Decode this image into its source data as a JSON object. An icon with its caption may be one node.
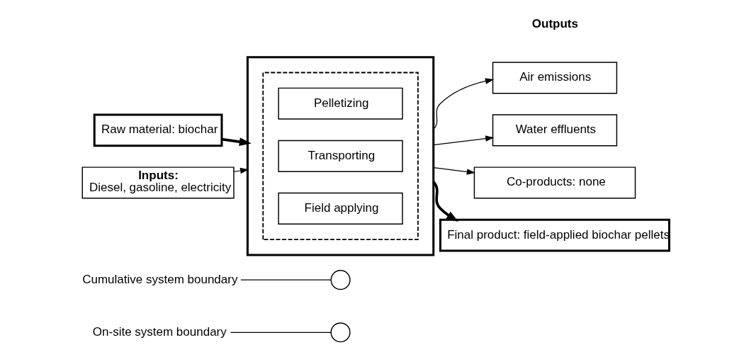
{
  "diagram": {
    "nodes": [
      {
        "text": [
          "Cumulative system boundary"
        ]
      },
      {
        "text": [],
        "shape": "circle"
      },
      {
        "text": [],
        "shape": "box"
      },
      {
        "text": [],
        "shape": "box",
        "in": 2
      },
      {
        "text": [
          "Pelletizing"
        ],
        "in": 3
      },
      {
        "text": [
          "Transporting"
        ],
        "in": 3
      },
      {
        "text": [
          "Field applying"
        ],
        "in": 3
      },
      {
        "text": [
          "Raw material: biochar"
        ]
      },
      {
        "text": [
          "Inputs:",
          "Diesel, gasoline, electricity"
        ]
      },
      {
        "text": [
          "Air emissions"
        ]
      },
      {
        "text": [
          "Water effluents"
        ]
      },
      {
        "text": [
          "Co-products: none"
        ]
      },
      {
        "text": [
          "Final product: field-applied biochar pellets"
        ]
      },
      {
        "text": [],
        "shape": "circle"
      },
      {
        "text": [
          "On-site system boundary"
        ]
      }
    ],
    "edges": [
      {
        "from": 7,
        "to": 2,
        "arrow": "to",
        "style": "thick"
      },
      {
        "from": 8,
        "to": 2,
        "arrow": "to"
      },
      {
        "from": 2,
        "to": 9,
        "arrow": "to"
      },
      {
        "from": 2,
        "to": 10,
        "arrow": "to"
      },
      {
        "from": 2,
        "to": 11,
        "arrow": "to"
      },
      {
        "from": 2,
        "to": 12,
        "arrow": "to",
        "style": "thick"
      },
      {
        "from": 0,
        "to": 1,
        "arrow": "none"
      },
      {
        "from": 14,
        "to": 13,
        "arrow": "none"
      }
    ],
    "labels": [
      "Outputs"
    ]
  }
}
